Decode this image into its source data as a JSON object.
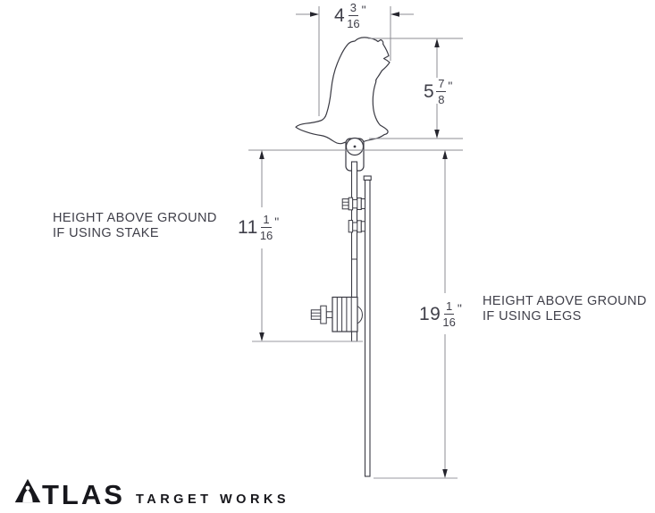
{
  "title": "Prairie dog target dimensional drawing",
  "dims": {
    "width_top": {
      "whole": "4",
      "num": "3",
      "den": "16",
      "unit": "\""
    },
    "target_height": {
      "whole": "5",
      "num": "7",
      "den": "8",
      "unit": "\""
    },
    "stake_height": {
      "whole": "11",
      "num": "1",
      "den": "16",
      "unit": "\""
    },
    "legs_height": {
      "whole": "19",
      "num": "1",
      "den": "16",
      "unit": "\""
    }
  },
  "labels": {
    "stake": {
      "line1": "HEIGHT ABOVE GROUND",
      "line2": "IF USING STAKE"
    },
    "legs": {
      "line1": "HEIGHT ABOVE GROUND",
      "line2": "IF USING LEGS"
    }
  },
  "logo": {
    "brand": "ATLAS",
    "brand_rest": "TLAS",
    "tagline": "TARGET WORKS"
  },
  "icons": {
    "silhouette": "prairie-dog-target",
    "logo_mark": "atlas-a-mark"
  },
  "colors": {
    "outline": "#3a3a43",
    "dim_line": "#8c8c93",
    "arrow": "#26262e",
    "text": "#3f3f49",
    "logo_ink": "#17171c",
    "background": "#ffffff"
  }
}
